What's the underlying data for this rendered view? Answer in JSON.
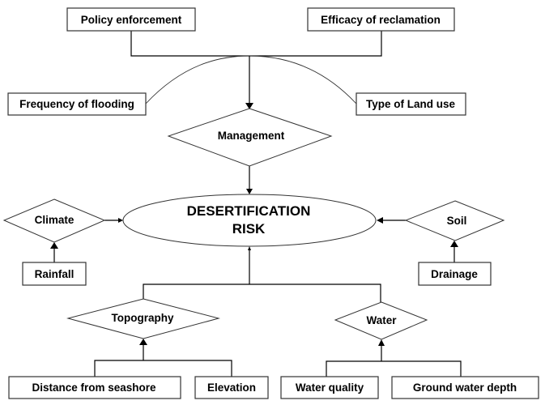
{
  "diagram": {
    "central": {
      "line1": "DESERTIFICATION",
      "line2": "RISK"
    },
    "factors": {
      "management": "Management",
      "climate": "Climate",
      "soil": "Soil",
      "topography": "Topography",
      "water": "Water"
    },
    "inputs": {
      "policy_enforcement": "Policy enforcement",
      "efficacy_of_reclamation": "Efficacy of reclamation",
      "frequency_of_flooding": "Frequency of flooding",
      "type_of_land_use": "Type of Land use",
      "rainfall": "Rainfall",
      "drainage": "Drainage",
      "distance_from_seashore": "Distance from seashore",
      "elevation": "Elevation",
      "water_quality": "Water quality",
      "ground_water_depth": "Ground water depth"
    }
  }
}
